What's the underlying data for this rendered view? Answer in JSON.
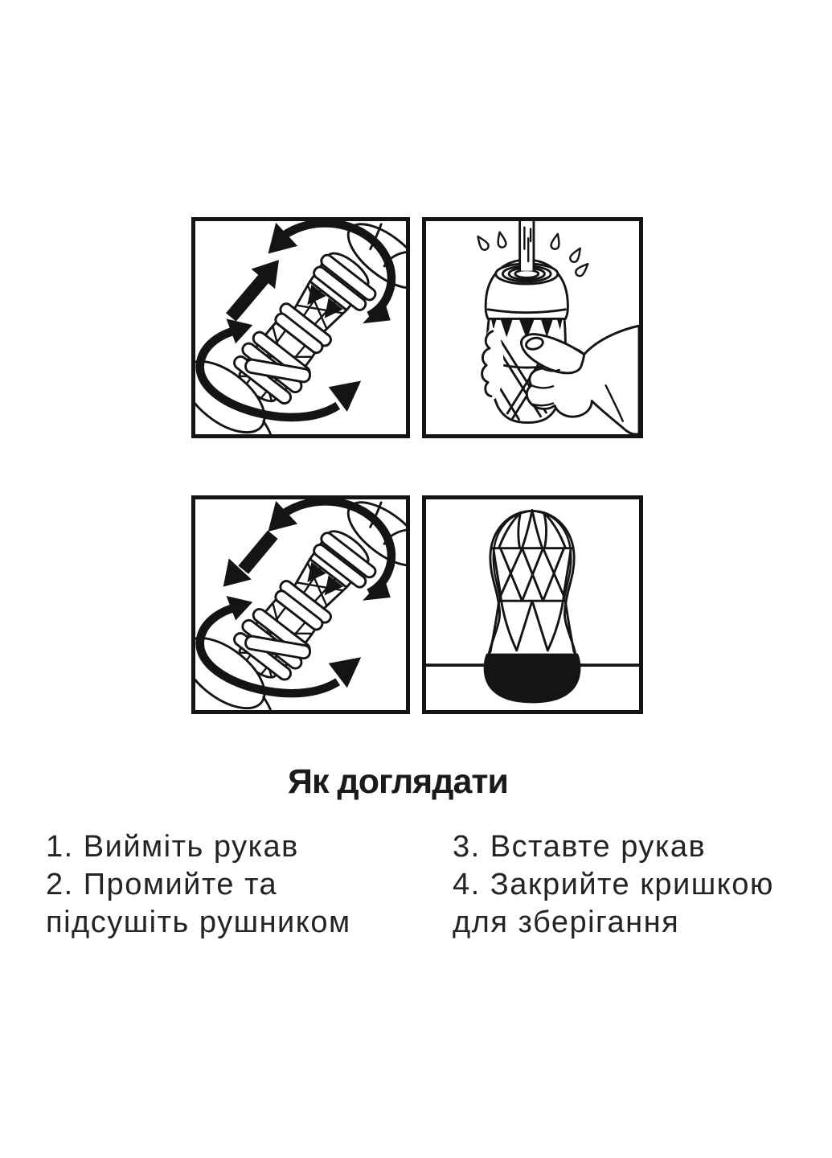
{
  "page": {
    "background": "#ffffff",
    "ink_color": "#141414",
    "text_color": "#242424"
  },
  "heading": {
    "text": "Як доглядати"
  },
  "steps": {
    "left_lines": [
      "1. Вийміть рукав",
      "2. Промийте та",
      "підсушіть рушником"
    ],
    "right_lines": [
      "3. Вставте рукав",
      "4. Закрийте кришкою",
      "для зберігання"
    ]
  },
  "panels": [
    {
      "name": "twist-and-pull-out-sleeve"
    },
    {
      "name": "rinse-sleeve-under-water"
    },
    {
      "name": "twist-and-insert-sleeve"
    },
    {
      "name": "cup-standing-for-storage"
    }
  ]
}
